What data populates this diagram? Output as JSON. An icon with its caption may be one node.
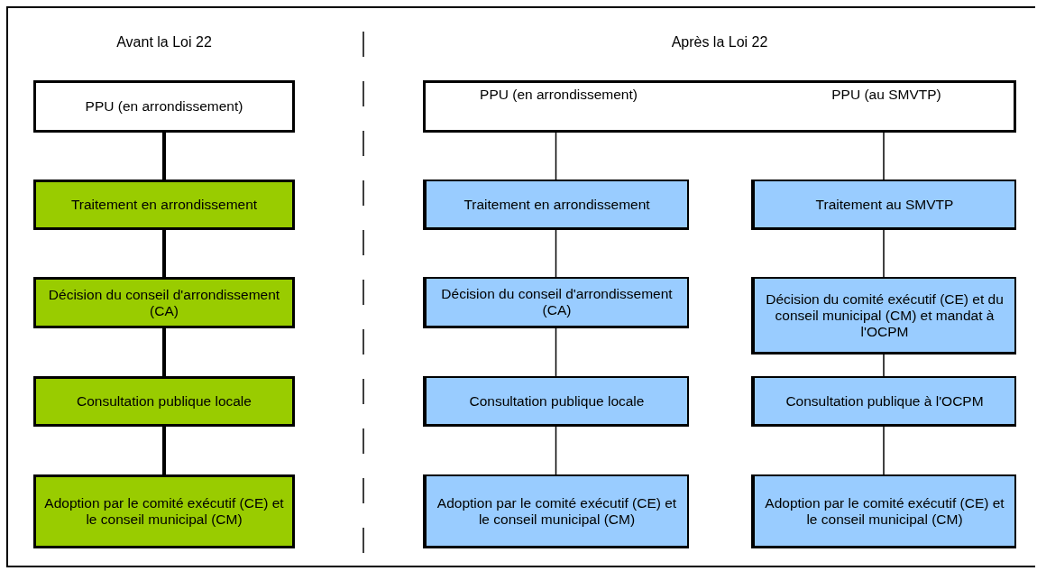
{
  "diagram": {
    "nodes": [
      {
        "text": [
          "PPU (en arrondissement)"
        ]
      },
      {
        "text": [
          "Traitement en arrondissement"
        ]
      },
      {
        "text": [
          "Décision du conseil d'arrondissement (CA)"
        ]
      },
      {
        "text": [
          "Consultation publique locale"
        ]
      },
      {
        "text": [
          "Adoption par le comité exécutif (CE) et le conseil municipal (CM)"
        ]
      },
      {
        "text": [
          "PPU (en arrondissement)",
          "PPU (au SMVTP)"
        ]
      },
      {
        "text": [
          "Traitement en arrondissement"
        ]
      },
      {
        "text": [
          "Traitement au SMVTP"
        ]
      },
      {
        "text": [
          "Décision du conseil d'arrondissement (CA)"
        ]
      },
      {
        "text": [
          "Décision du comité exécutif (CE) et du conseil municipal (CM) et mandat à l'OCPM"
        ]
      },
      {
        "text": [
          "Consultation publique locale"
        ]
      },
      {
        "text": [
          "Consultation publique à l'OCPM"
        ]
      },
      {
        "text": [
          "Adoption par le comité exécutif (CE) et le conseil municipal (CM)"
        ]
      },
      {
        "text": [
          "Adoption par le comité exécutif (CE) et le conseil municipal (CM)"
        ]
      }
    ],
    "edges": [
      {
        "from": 0,
        "to": 1,
        "arrow": "none",
        "style": "thick"
      },
      {
        "from": 1,
        "to": 2,
        "arrow": "none",
        "style": "thick"
      },
      {
        "from": 2,
        "to": 3,
        "arrow": "none",
        "style": "thick"
      },
      {
        "from": 3,
        "to": 4,
        "arrow": "none",
        "style": "thick"
      },
      {
        "from": 5,
        "to": 6,
        "arrow": "none"
      },
      {
        "from": 5,
        "to": 7,
        "arrow": "none"
      },
      {
        "from": 6,
        "to": 8,
        "arrow": "none"
      },
      {
        "from": 7,
        "to": 9,
        "arrow": "none"
      },
      {
        "from": 8,
        "to": 10,
        "arrow": "none"
      },
      {
        "from": 9,
        "to": 11,
        "arrow": "none"
      },
      {
        "from": 10,
        "to": 12,
        "arrow": "none"
      },
      {
        "from": 11,
        "to": 13,
        "arrow": "none"
      }
    ],
    "labels": [
      "Avant la Loi 22",
      "Après la Loi 22"
    ]
  }
}
